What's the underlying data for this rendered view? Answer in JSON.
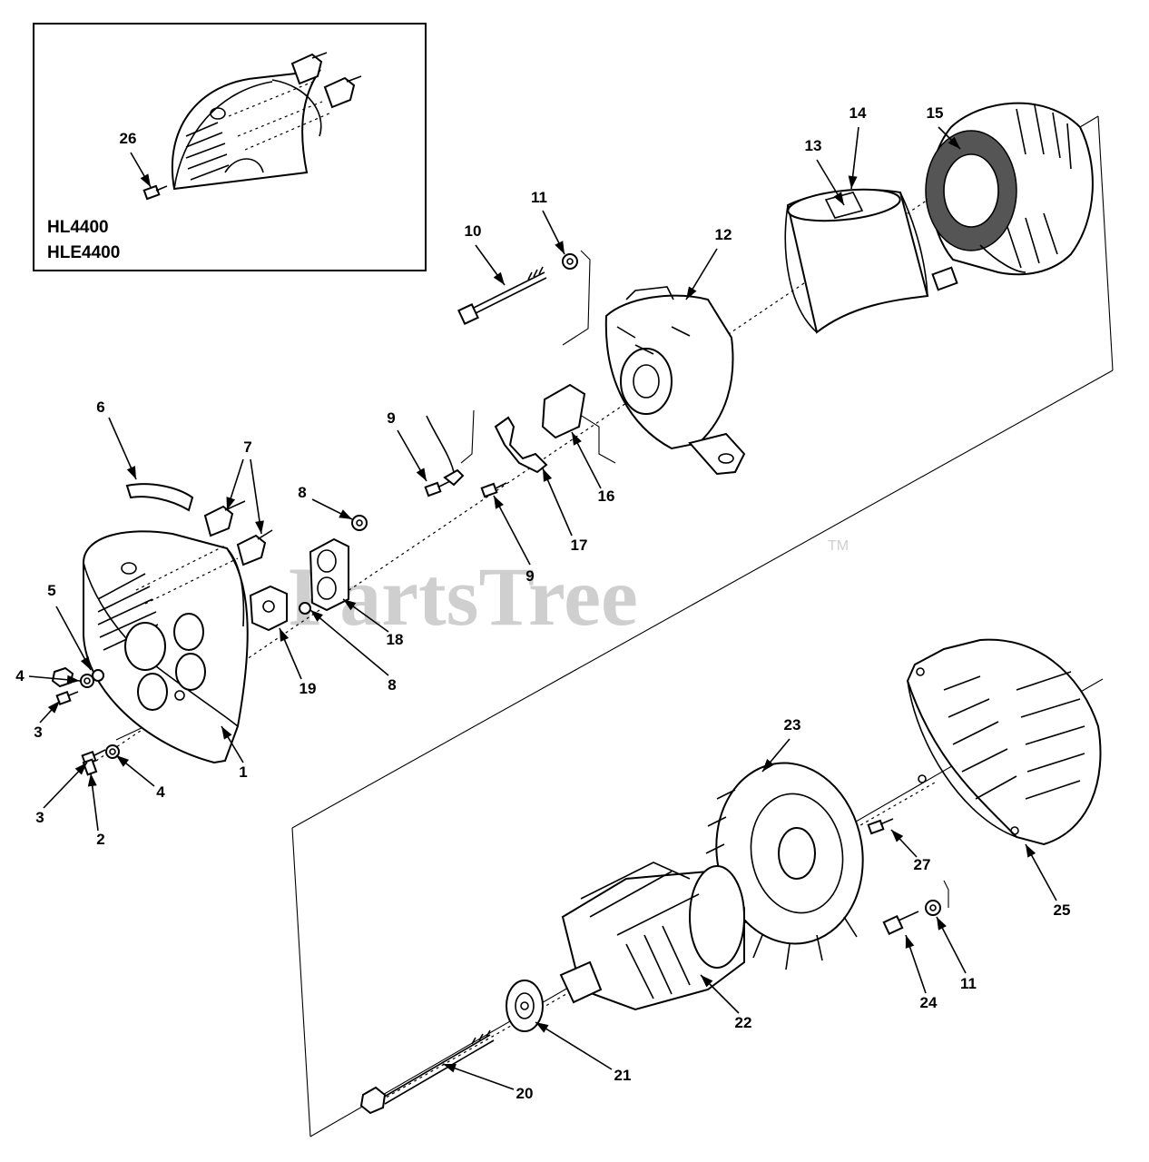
{
  "inset": {
    "models": [
      "HL4400",
      "HLE4400"
    ]
  },
  "watermark": {
    "text": "PartsTree",
    "tm": "TM"
  },
  "callouts": [
    {
      "id": "c1",
      "label": "1"
    },
    {
      "id": "c2",
      "label": "2"
    },
    {
      "id": "c3a",
      "label": "3"
    },
    {
      "id": "c3b",
      "label": "3"
    },
    {
      "id": "c4a",
      "label": "4"
    },
    {
      "id": "c4b",
      "label": "4"
    },
    {
      "id": "c5",
      "label": "5"
    },
    {
      "id": "c6",
      "label": "6"
    },
    {
      "id": "c7",
      "label": "7"
    },
    {
      "id": "c8a",
      "label": "8"
    },
    {
      "id": "c8b",
      "label": "8"
    },
    {
      "id": "c9a",
      "label": "9"
    },
    {
      "id": "c9b",
      "label": "9"
    },
    {
      "id": "c10",
      "label": "10"
    },
    {
      "id": "c11a",
      "label": "11"
    },
    {
      "id": "c11b",
      "label": "11"
    },
    {
      "id": "c12",
      "label": "12"
    },
    {
      "id": "c13",
      "label": "13"
    },
    {
      "id": "c14",
      "label": "14"
    },
    {
      "id": "c15",
      "label": "15"
    },
    {
      "id": "c16",
      "label": "16"
    },
    {
      "id": "c17",
      "label": "17"
    },
    {
      "id": "c18",
      "label": "18"
    },
    {
      "id": "c19",
      "label": "19"
    },
    {
      "id": "c20",
      "label": "20"
    },
    {
      "id": "c21",
      "label": "21"
    },
    {
      "id": "c22",
      "label": "22"
    },
    {
      "id": "c23",
      "label": "23"
    },
    {
      "id": "c24",
      "label": "24"
    },
    {
      "id": "c25",
      "label": "25"
    },
    {
      "id": "c26",
      "label": "26"
    },
    {
      "id": "c27",
      "label": "27"
    }
  ]
}
